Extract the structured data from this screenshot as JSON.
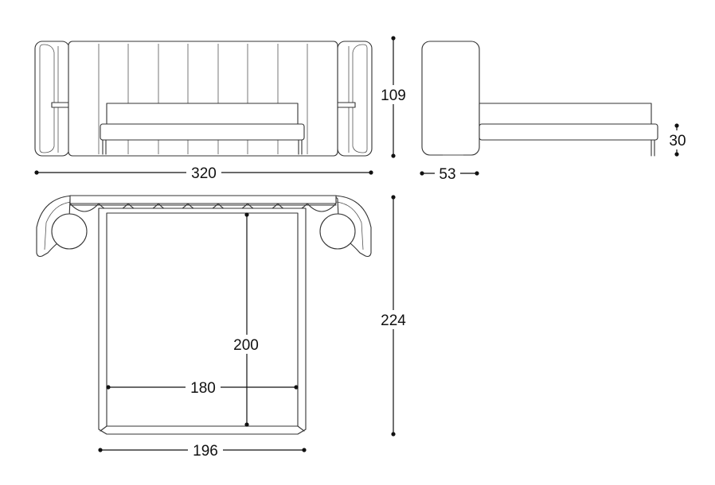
{
  "dimensions": {
    "front_width": "320",
    "front_height": "109",
    "side_depth": "53",
    "side_frame_height": "30",
    "plan_length": "224",
    "mattress_length": "200",
    "mattress_width": "180",
    "bed_width": "196"
  }
}
